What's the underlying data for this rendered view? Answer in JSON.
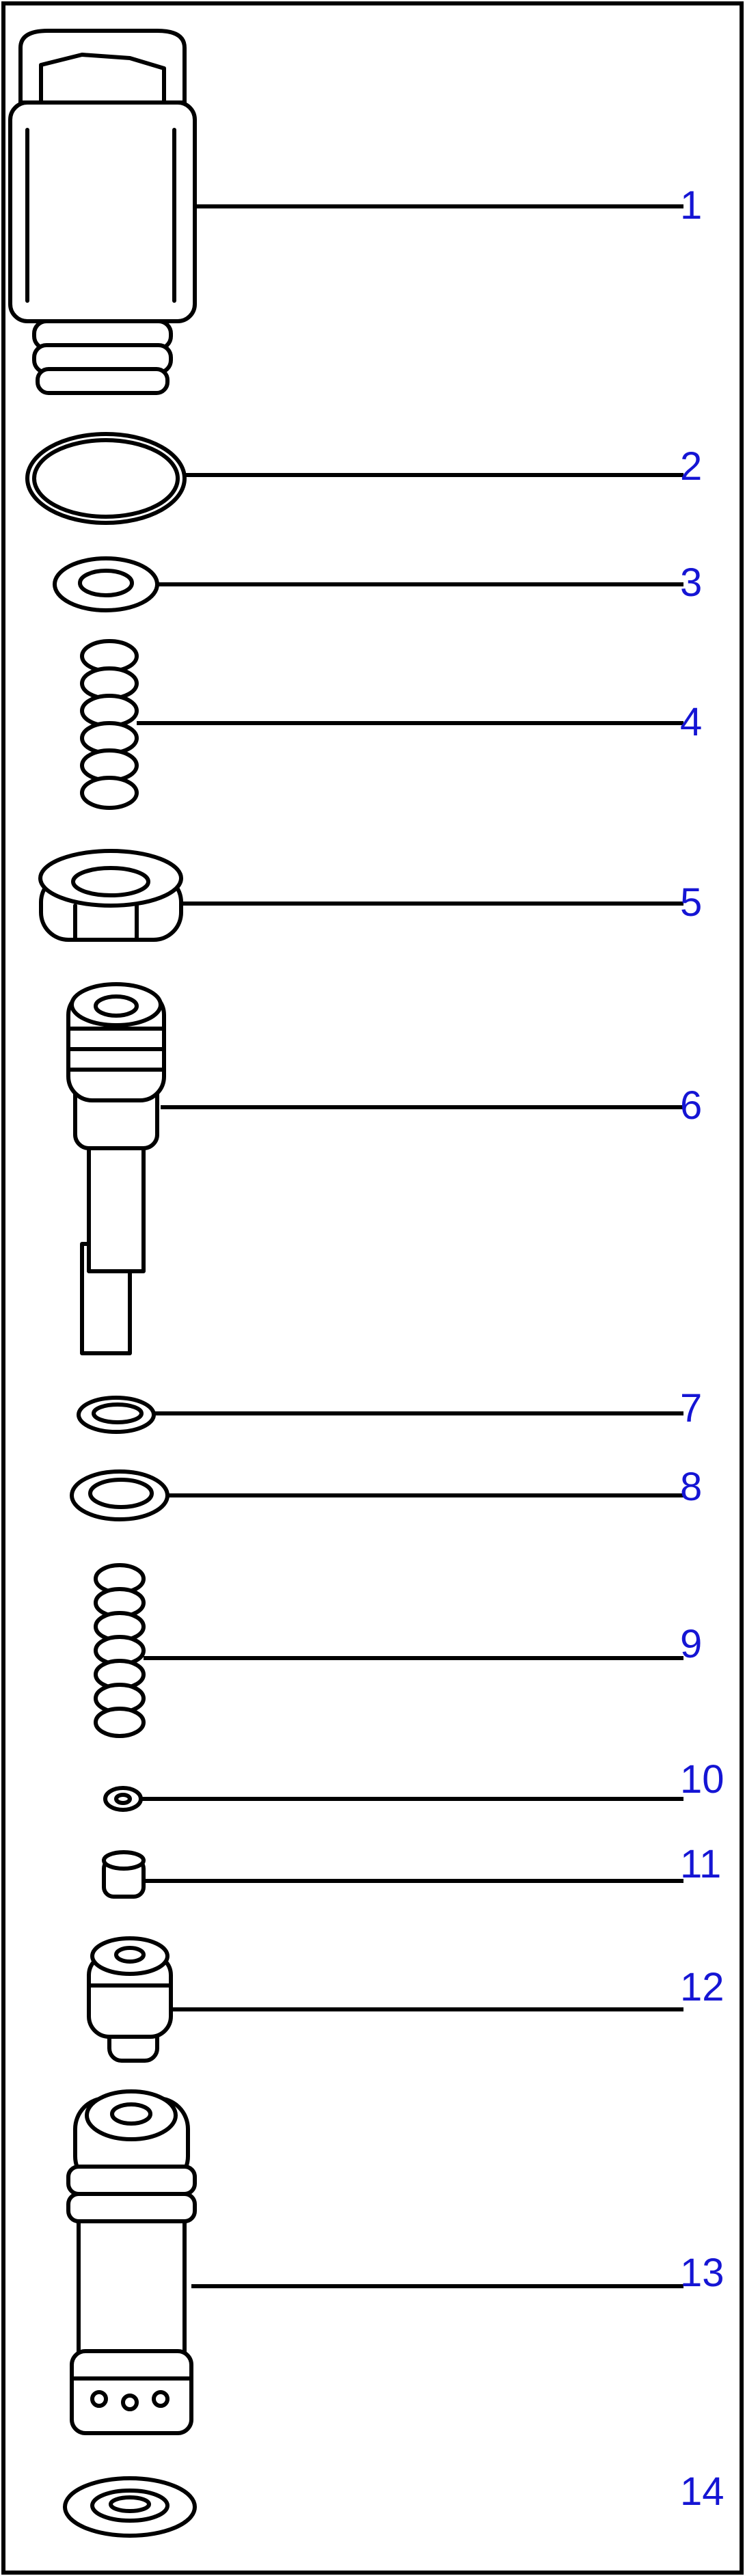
{
  "diagram": {
    "type": "exploded parts view",
    "callout_color": "#1515d4",
    "line_color": "#000000",
    "callouts": [
      {
        "id": "1",
        "label": "1"
      },
      {
        "id": "2",
        "label": "2"
      },
      {
        "id": "3",
        "label": "3"
      },
      {
        "id": "4",
        "label": "4"
      },
      {
        "id": "5",
        "label": "5"
      },
      {
        "id": "6",
        "label": "6"
      },
      {
        "id": "7",
        "label": "7"
      },
      {
        "id": "8",
        "label": "8"
      },
      {
        "id": "9",
        "label": "9"
      },
      {
        "id": "10",
        "label": "10"
      },
      {
        "id": "11",
        "label": "11"
      },
      {
        "id": "12",
        "label": "12"
      },
      {
        "id": "13",
        "label": "13"
      },
      {
        "id": "14",
        "label": "14"
      }
    ]
  }
}
